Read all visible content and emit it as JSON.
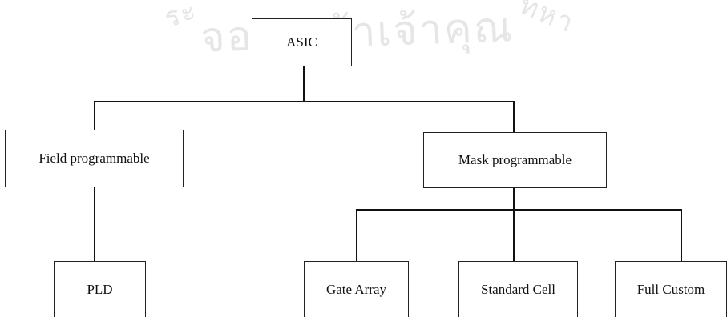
{
  "diagram": {
    "root": {
      "label": "ASIC"
    },
    "branches": [
      {
        "label": "Field programmable"
      },
      {
        "label": "Mask programmable"
      }
    ],
    "leaves": [
      {
        "label": "PLD"
      },
      {
        "label": "Gate Array"
      },
      {
        "label": "Standard Cell"
      },
      {
        "label": "Full Custom"
      }
    ]
  },
  "watermark": {
    "text": "จอมเกล้าเจ้าคุณ",
    "fragment_left": "ระ",
    "fragment_right": "ทหา"
  }
}
